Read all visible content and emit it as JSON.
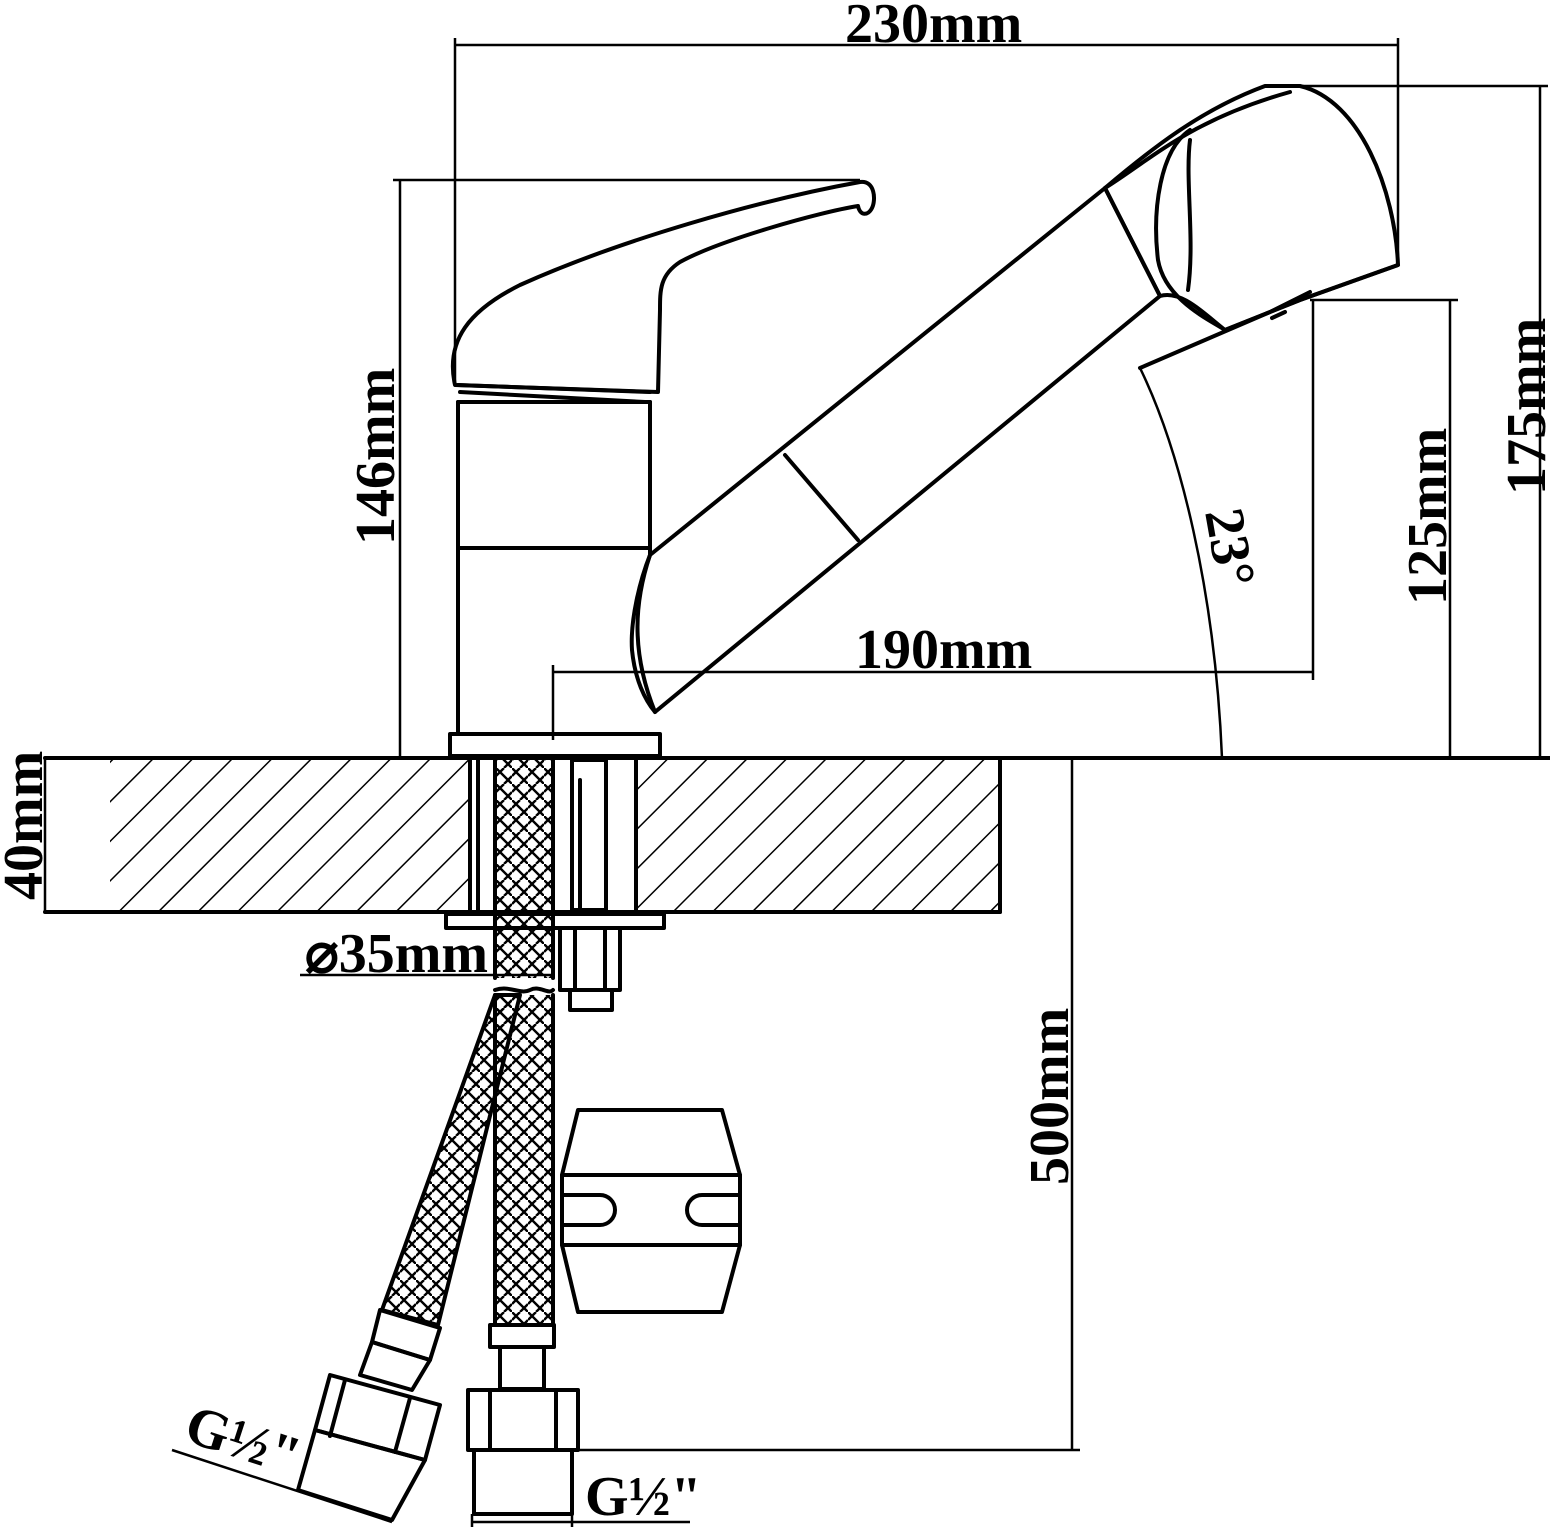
{
  "dimensions": {
    "overall_width": "230mm",
    "handle_height": "146mm",
    "total_height": "175mm",
    "spout_height": "125mm",
    "reach": "190mm",
    "rotation_angle": "23°",
    "countertop_thickness": "40mm",
    "hole_diameter": "⌀35mm",
    "hose_length": "500mm",
    "thread_left": "G½\"",
    "thread_right": "G½\""
  }
}
